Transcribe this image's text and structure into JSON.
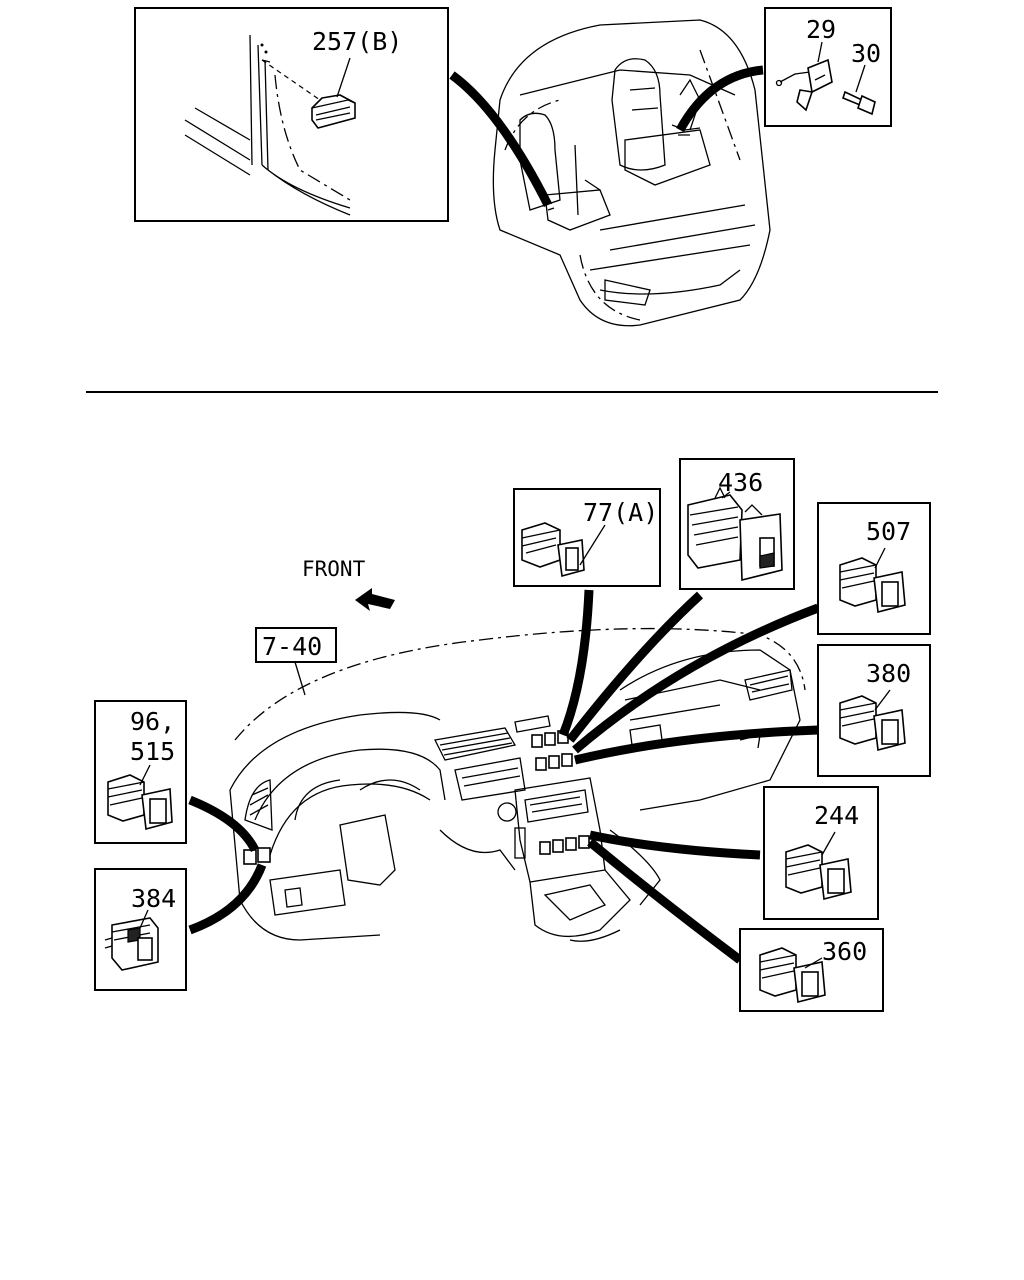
{
  "callouts": {
    "p257b": "257(B)",
    "p29": "29",
    "p30": "30",
    "p77a": "77(A)",
    "p436": "436",
    "p507": "507",
    "p380": "380",
    "p96": "96,",
    "p515": "515",
    "p384": "384",
    "p244": "244",
    "p360": "360",
    "ref740": "7-40",
    "front": "FRONT"
  }
}
